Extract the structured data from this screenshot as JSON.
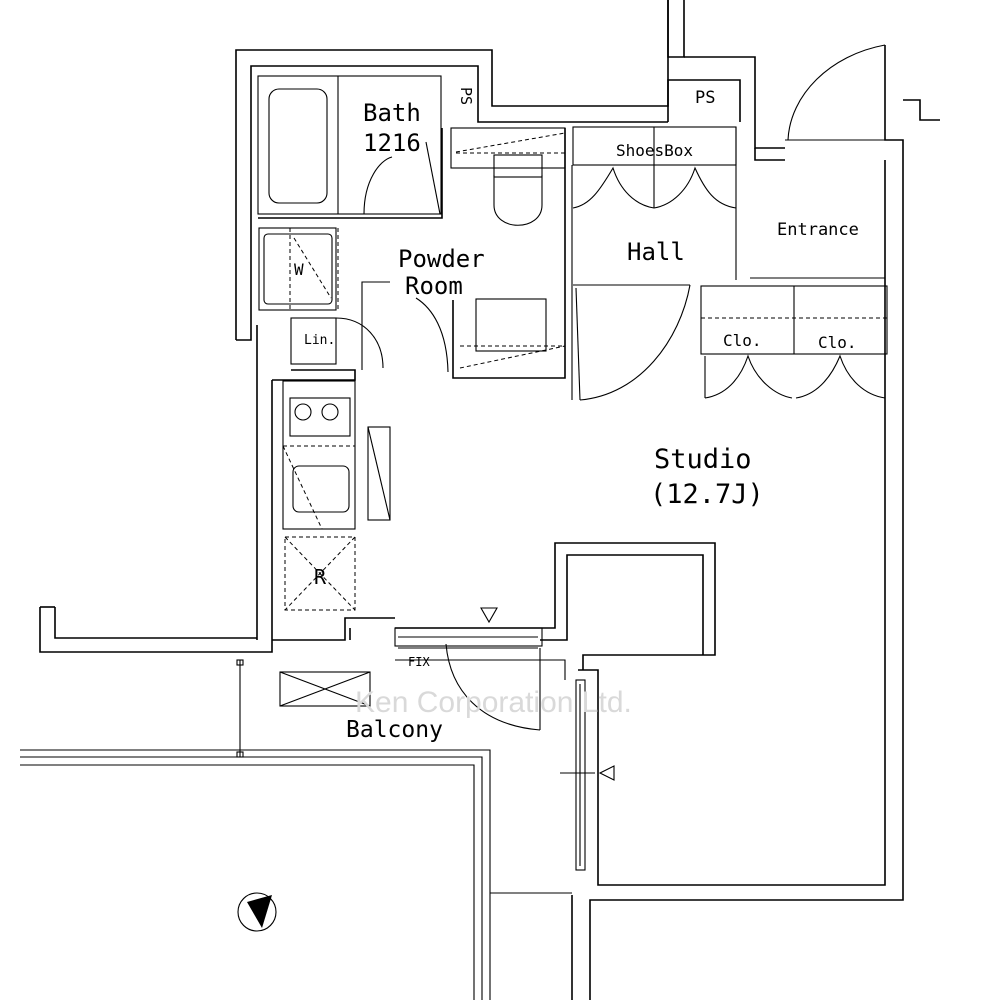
{
  "plan": {
    "rooms": {
      "bath": "Bath",
      "bath_size": "1216",
      "powder_room_line1": "Powder",
      "powder_room_line2": "Room",
      "hall": "Hall",
      "entrance": "Entrance",
      "studio": "Studio",
      "studio_size": "(12.7J)",
      "balcony": "Balcony"
    },
    "fixtures": {
      "ps_left": "PS",
      "ps_right": "PS",
      "shoes_box": "ShoesBox",
      "washer": "W",
      "linen": "Lin.",
      "refrigerator": "R",
      "closet_left": "Clo.",
      "closet_right": "Clo.",
      "fix_window": "FIX"
    },
    "watermark": "Ken Corporation Ltd.",
    "icons": [
      "north-arrow-icon",
      "window-marker-triangle-icon"
    ]
  }
}
